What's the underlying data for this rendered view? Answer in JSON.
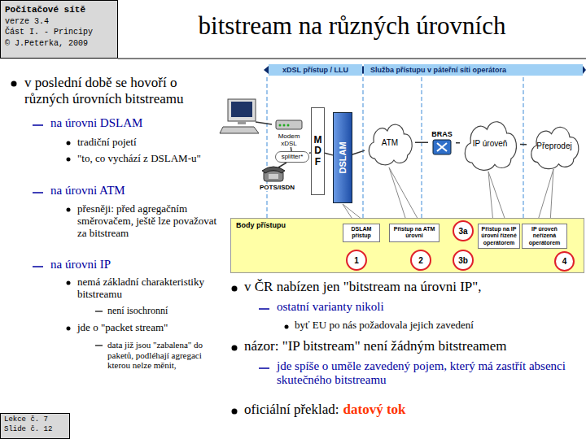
{
  "diagram": {
    "title": "bitstream na různých úrovních",
    "nodes": [
      {
        "text": [
          "Počítačové sítě",
          "verze 3.4",
          "Část I. - Principy",
          "© J.Peterka, 2009"
        ]
      },
      {
        "text": [
          "xDSL přístup / LLU"
        ]
      },
      {
        "text": [
          "Služba přístupu v páteřní síti operátora"
        ]
      },
      {
        "text": [
          "Modem xDSL"
        ]
      },
      {
        "text": [
          "splitter*"
        ]
      },
      {
        "text": [
          "MDF"
        ]
      },
      {
        "text": [
          "DSLAM"
        ]
      },
      {
        "text": [
          "ATM"
        ]
      },
      {
        "text": [
          "BRAS"
        ]
      },
      {
        "text": [
          "IP úroveň"
        ]
      },
      {
        "text": [
          "Přeprodej"
        ]
      },
      {
        "text": [
          "Body přístupu"
        ]
      },
      {
        "text": [
          "DSLAM přístup"
        ],
        "in": 11
      },
      {
        "text": [
          "Přístup na ATM úrovni"
        ],
        "in": 11
      },
      {
        "text": [
          "3a"
        ],
        "in": 11
      },
      {
        "text": [
          "Přístup na IP úrovni řízené operátorem"
        ],
        "in": 11
      },
      {
        "text": [
          "IP úroveň neřízená operátorem"
        ],
        "in": 11
      },
      {
        "text": [
          "1"
        ],
        "in": 11
      },
      {
        "text": [
          "2"
        ],
        "in": 11
      },
      {
        "text": [
          "3b"
        ],
        "in": 11
      },
      {
        "text": [
          "4"
        ],
        "in": 11
      },
      {
        "text": [
          "Lekce č. 7",
          "Slide č. 12"
        ]
      }
    ],
    "edges": [
      {
        "from": 3,
        "to": 4,
        "arrow": "none"
      },
      {
        "from": 4,
        "to": 5,
        "arrow": "none"
      },
      {
        "from": 5,
        "to": 6,
        "arrow": "none"
      },
      {
        "from": 6,
        "to": 7,
        "arrow": "none"
      },
      {
        "from": 7,
        "to": 8,
        "arrow": "none"
      },
      {
        "from": 8,
        "to": 9,
        "arrow": "none"
      },
      {
        "from": 9,
        "to": 10,
        "arrow": "none"
      }
    ],
    "labels": [
      "v poslední době se hovoří o různých úrovních bitstreamu",
      "na úrovni DSLAM",
      "tradiční pojetí",
      "\"to, co vychází z DSLAM-u\"",
      "na úrovni ATM",
      "přesněji: před agregačním směrovačem, ještě lze považovat za bitstream",
      "na úrovni IP",
      "nemá základní charakteristiky bitstreamu",
      "není isochronní",
      "jde o \"packet stream\"",
      "data již jsou \"zabalena\" do paketů, podléhají agregaci kterou nelze měnit,",
      "v ČR nabízen jen \"bitstream na úrovni IP\",",
      "ostatní varianty nikoli",
      "byť EU po nás požadovala jejich zavedení",
      "názor: \"IP bitstream\" není žádným bitstreamem",
      "jde spíše o uměle zavedený pojem, který má zastřít absenci skutečného bitstreamu",
      "oficiální překlad:",
      "datový tok",
      "POTS/ISDN"
    ]
  }
}
